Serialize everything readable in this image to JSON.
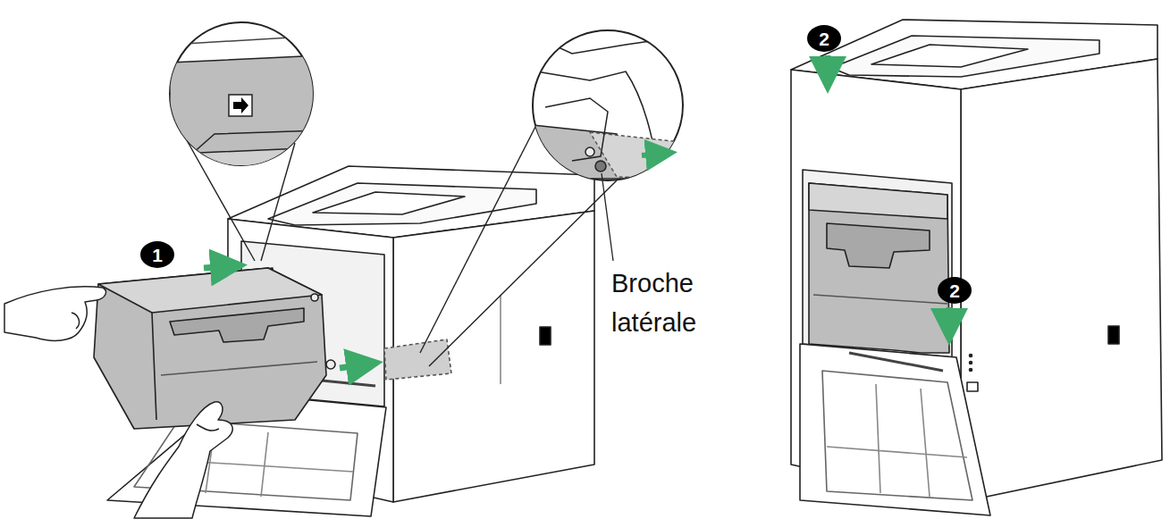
{
  "diagram": {
    "labels": [
      "1",
      "Broche latérale",
      "2",
      "2"
    ]
  }
}
